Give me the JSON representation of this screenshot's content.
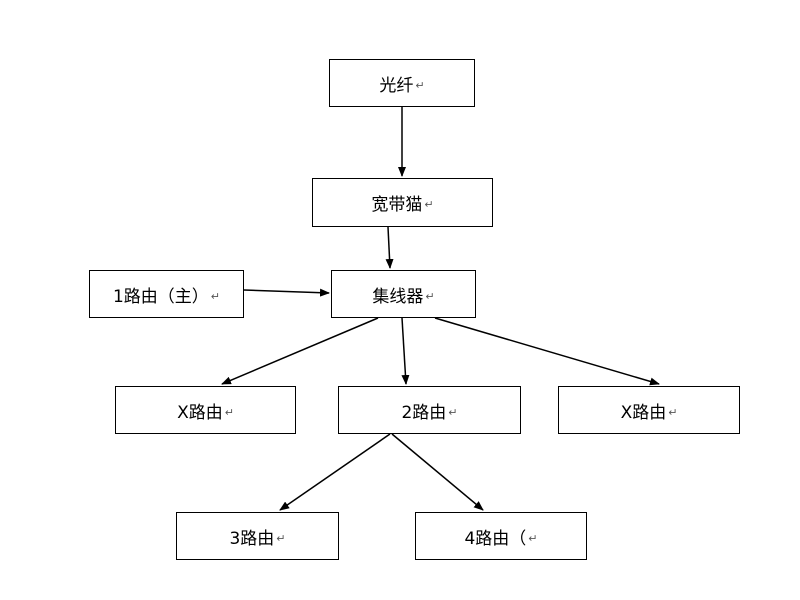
{
  "diagram": {
    "nodes": {
      "fiber": "光纤",
      "modem": "宽带猫",
      "router1": "1路由（主）",
      "hub": "集线器",
      "x_left": "X路由",
      "router2": "2路由",
      "x_right": "X路由",
      "router3": "3路由",
      "router4": "4路由（"
    },
    "paragraph_mark": "↵"
  }
}
